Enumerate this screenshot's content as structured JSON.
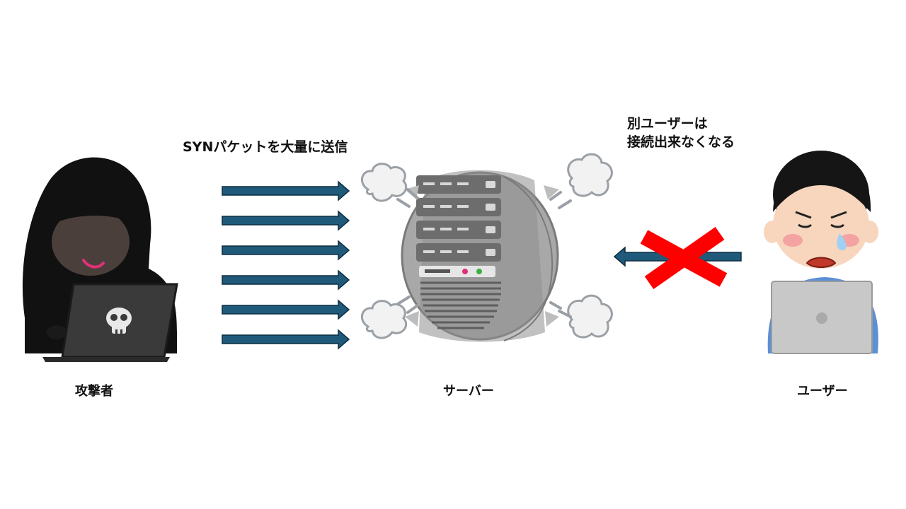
{
  "diagram": {
    "attack_label": "SYNパケットを大量に送信",
    "other_user_label_line1": "別ユーザーは",
    "other_user_label_line2": "接続出来なくなる",
    "attacker_caption": "攻撃者",
    "server_caption": "サーバー",
    "user_caption": "ユーザー",
    "syn_arrow_count": 6,
    "colors": {
      "arrow_fill": "#1f5a7a",
      "arrow_stroke": "#0d2d40",
      "block_cross": "#ff0000",
      "hoodie": "#111111",
      "server_body": "#9a9a9a",
      "user_shirt": "#5b8fd6"
    },
    "icons": [
      "hacker-icon",
      "skull-icon",
      "server-icon",
      "steam-puff-icon",
      "user-icon",
      "cross-mark-icon"
    ]
  }
}
